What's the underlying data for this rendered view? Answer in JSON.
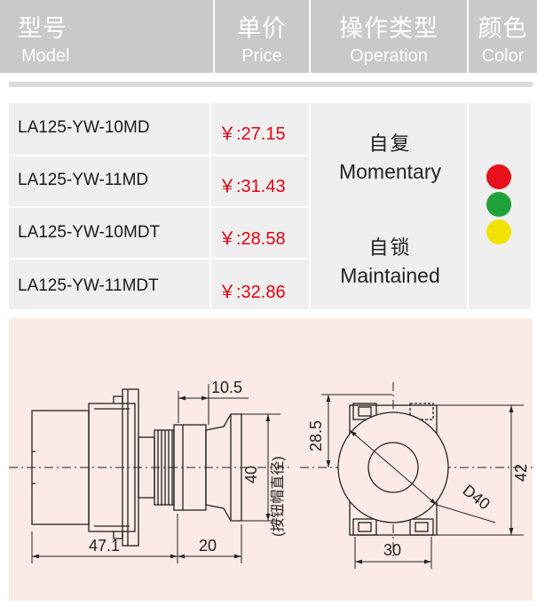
{
  "header": {
    "columns": [
      {
        "zh": "型号",
        "en": "Model"
      },
      {
        "zh": "单价",
        "en": "Price"
      },
      {
        "zh": "操作类型",
        "en": "Operation"
      },
      {
        "zh": "颜色",
        "en": "Color"
      }
    ]
  },
  "products": [
    {
      "model": "LA125-YW-10MD",
      "price": "￥:27.15"
    },
    {
      "model": "LA125-YW-11MD",
      "price": "￥:31.43"
    },
    {
      "model": "LA125-YW-10MDT",
      "price": "￥:28.58"
    },
    {
      "model": "LA125-YW-11MDT",
      "price": "￥:32.86"
    }
  ],
  "operations": [
    {
      "zh": "自复",
      "en": "Momentary"
    },
    {
      "zh": "自锁",
      "en": "Maintained"
    }
  ],
  "colors": [
    "#e8101c",
    "#1fa23a",
    "#f2e200"
  ],
  "drawing": {
    "dim_10_5": "10.5",
    "dim_40": "40",
    "dim_note": "(按钮帽直径)",
    "dim_47_1": "47.1",
    "dim_20": "20",
    "dim_28_5": "28.5",
    "dim_42": "42",
    "dim_d40": "D40",
    "dim_30": "30"
  }
}
